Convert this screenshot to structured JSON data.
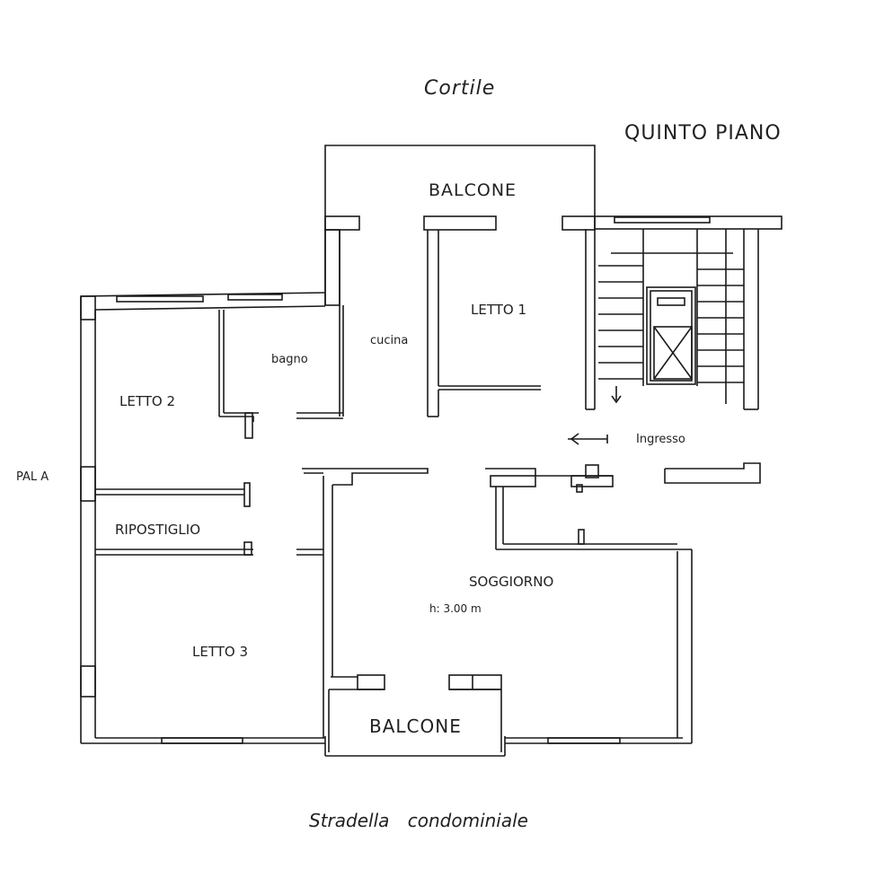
{
  "labels": {
    "courtyard": "Cortile",
    "floor": "QUINTO PIANO",
    "balcony_top": "BALCONE",
    "bedroom_1": "LETTO 1",
    "kitchen": "cucina",
    "bathroom": "bagno",
    "bedroom_2": "LETTO 2",
    "entrance": "Ingresso",
    "building": "PAL A",
    "storage": "RIPOSTIGLIO",
    "living_room": "SOGGIORNO",
    "ceiling_height": "h: 3.00 m",
    "bedroom_3": "LETTO 3",
    "balcony_bottom": "BALCONE",
    "street": "Stradella condominiale"
  },
  "colors": {
    "ink": "#1a1a1a",
    "background": "#ffffff"
  }
}
